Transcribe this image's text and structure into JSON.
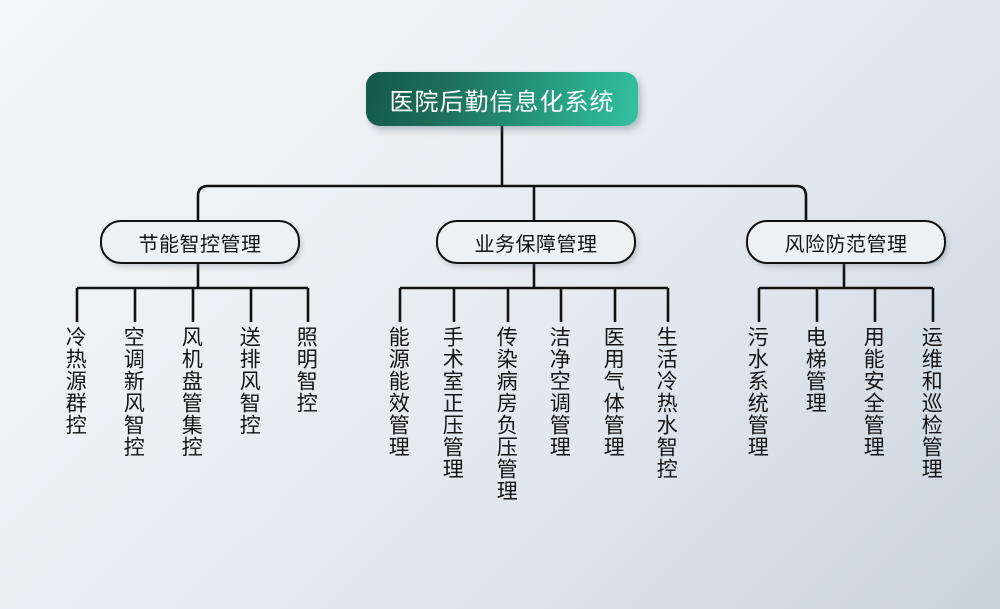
{
  "diagram": {
    "title": "医院后勤信息化系统",
    "type": "organization-tree",
    "colors": {
      "root_gradient_start": "#14584a",
      "root_gradient_end": "#35c0a0",
      "root_text": "#ffffff",
      "node_fill": "#eef1f3",
      "node_border": "#121212",
      "node_text": "#141414",
      "connector": "#111111",
      "background_start": "#f4f6f8",
      "background_end": "#c9d3dc"
    },
    "root": {
      "label": "医院后勤信息化系统"
    },
    "branches": [
      {
        "label": "节能智控管理",
        "leaves": [
          {
            "label": "冷热源群控"
          },
          {
            "label": "空调新风智控"
          },
          {
            "label": "风机盘管集控"
          },
          {
            "label": "送排风智控"
          },
          {
            "label": "照明智控"
          }
        ]
      },
      {
        "label": "业务保障管理",
        "leaves": [
          {
            "label": "能源能效管理"
          },
          {
            "label": "手术室正压管理"
          },
          {
            "label": "传染病房负压管理"
          },
          {
            "label": "洁净空调管理"
          },
          {
            "label": "医用气体管理"
          },
          {
            "label": "生活冷热水智控"
          }
        ]
      },
      {
        "label": "风险防范管理",
        "leaves": [
          {
            "label": "污水系统管理"
          },
          {
            "label": "电梯管理"
          },
          {
            "label": "用能安全管理"
          },
          {
            "label": "运维和巡检管理"
          }
        ]
      }
    ]
  }
}
